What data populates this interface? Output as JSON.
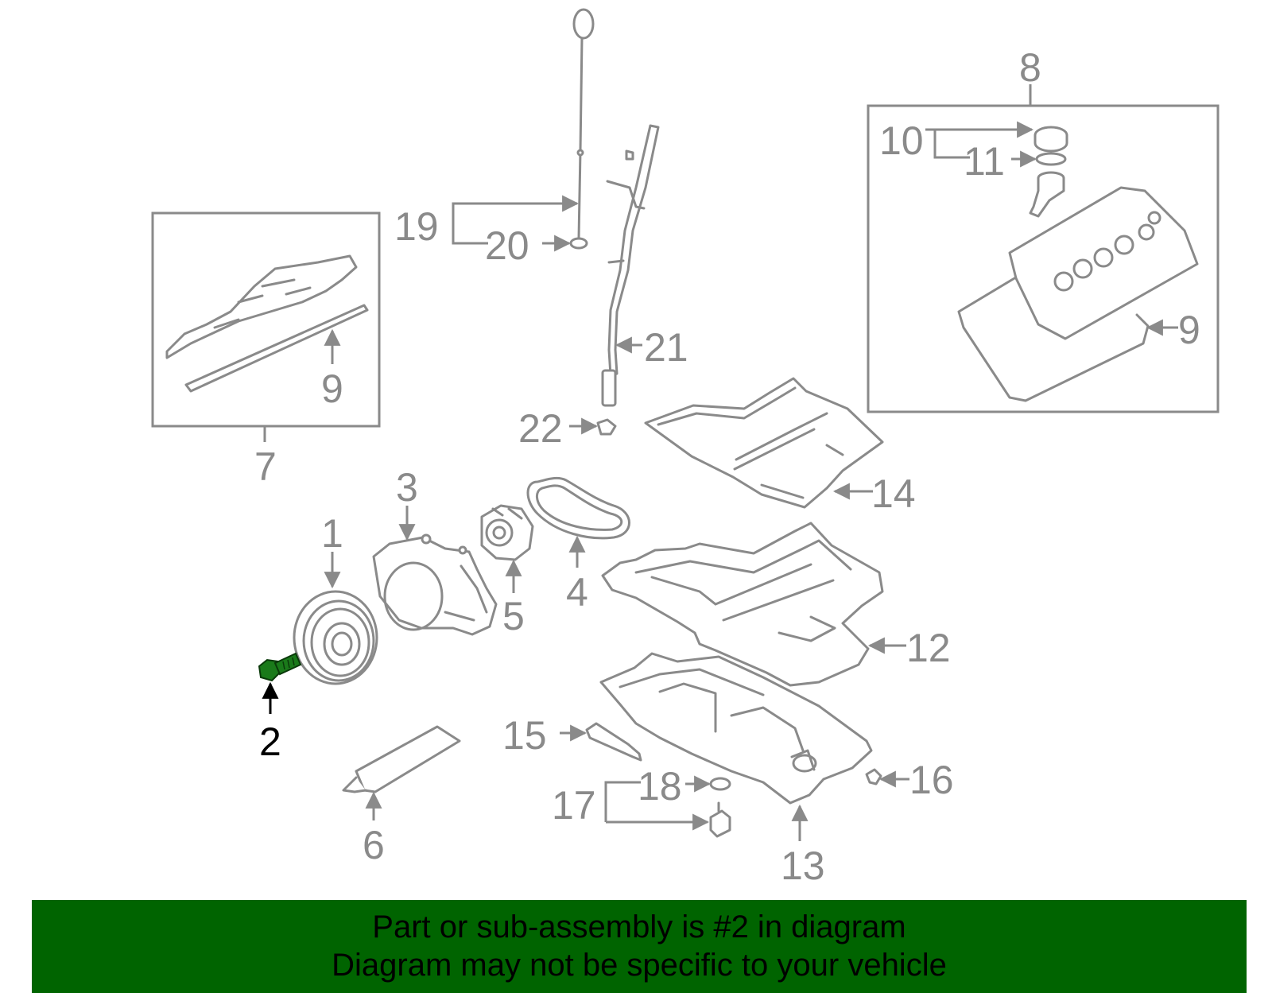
{
  "colors": {
    "line": "#8a8a8a",
    "highlight_part": "#1a7a1a",
    "highlight_label": "#000000",
    "banner_background": "#006400",
    "banner_text": "#000000"
  },
  "callouts": {
    "c1": "1",
    "c2": "2",
    "c3": "3",
    "c4": "4",
    "c5": "5",
    "c6": "6",
    "c7": "7",
    "c8": "8",
    "c9a": "9",
    "c9b": "9",
    "c10": "10",
    "c11": "11",
    "c12": "12",
    "c13": "13",
    "c14": "14",
    "c15": "15",
    "c16": "16",
    "c17": "17",
    "c18": "18",
    "c19": "19",
    "c20": "20",
    "c21": "21",
    "c22": "22"
  },
  "highlighted_part": "2",
  "banner": {
    "line1": "Part or sub-assembly is #2 in diagram",
    "line2": "Diagram may not be specific to your vehicle"
  }
}
